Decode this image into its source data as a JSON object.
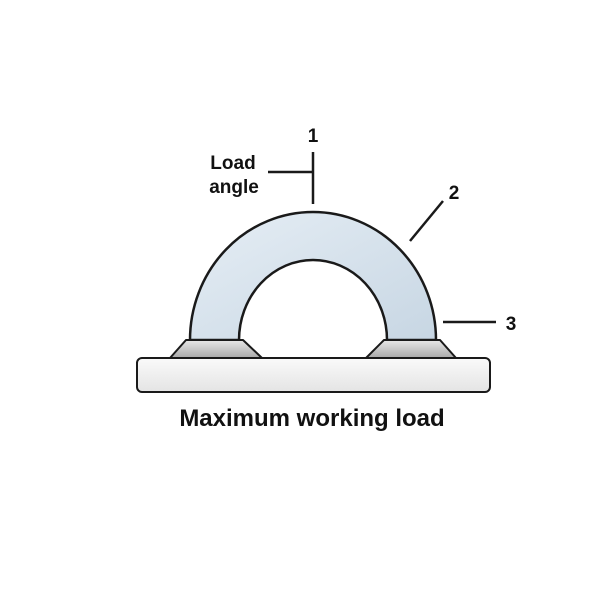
{
  "callouts": {
    "load_angle_line1": "Load",
    "load_angle_line2": "angle",
    "n1": "1",
    "n2": "2",
    "n3": "3"
  },
  "caption": "Maximum working load",
  "colors": {
    "ring_fill_start": "#dfe9f1",
    "ring_fill_end": "#c9d8e5",
    "plate_fill": "#f0f0f0",
    "weld_fill": "#bdbdbd",
    "stroke": "#1a1a1a"
  }
}
